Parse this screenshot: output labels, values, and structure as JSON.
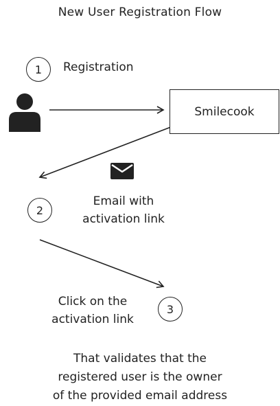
{
  "title": "New User Registration Flow",
  "steps": [
    {
      "number": "1",
      "label": "Registration"
    },
    {
      "number": "2",
      "label_line1": "Email with",
      "label_line2": "activation link"
    },
    {
      "number": "3",
      "label_line1": "Click on the",
      "label_line2": "activation link"
    }
  ],
  "node": {
    "label": "Smilecook"
  },
  "note": {
    "line1": "That validates that the",
    "line2": "registered user is the owner",
    "line3": "of the provided email address"
  },
  "icons": {
    "user": "user-icon",
    "email": "envelope-icon"
  },
  "colors": {
    "ink": "#222222",
    "background": "#ffffff"
  }
}
